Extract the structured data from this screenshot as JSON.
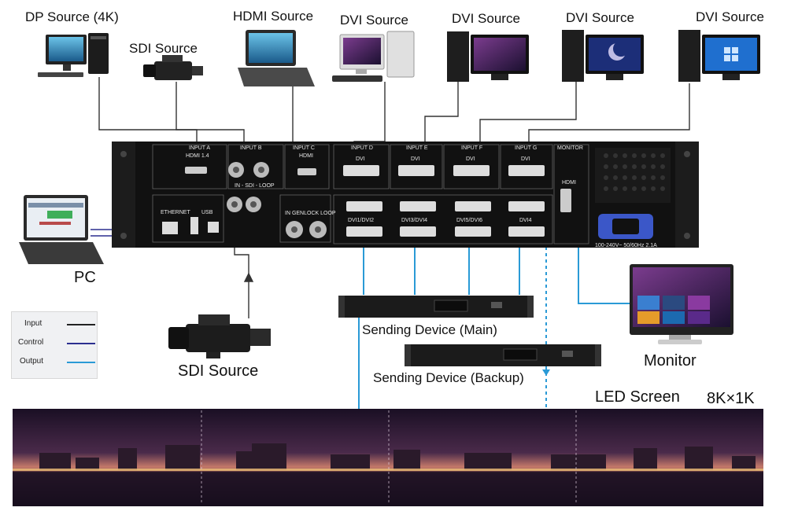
{
  "sources": {
    "dp": "DP Source (4K)",
    "sdi_top": "SDI Source",
    "hdmi": "HDMI Source",
    "dvi1": "DVI Source",
    "dvi2": "DVI Source",
    "dvi3": "DVI Source",
    "dvi4": "DVI Source"
  },
  "pc_label": "PC",
  "sdi_bottom_label": "SDI Source",
  "monitor_label": "Monitor",
  "sending_main": "Sending Device (Main)",
  "sending_backup": "Sending Device (Backup)",
  "led_screen": "LED Screen",
  "led_resolution": "8K×1K",
  "legend": {
    "items": [
      {
        "label": "Input",
        "color": "#222222"
      },
      {
        "label": "Control",
        "color": "#2b2f8f"
      },
      {
        "label": "Output",
        "color": "#2a9ad6"
      }
    ]
  },
  "panel": {
    "inputs": [
      "INPUT A",
      "INPUT B",
      "INPUT C",
      "INPUT D",
      "INPUT E",
      "INPUT F",
      "INPUT G"
    ],
    "hdmi14": "HDMI 1.4",
    "hdmi": "HDMI",
    "dvi": "DVI",
    "sdi_loop": "IN - SDI - LOOP",
    "genlock": "IN GENLOCK LOOP",
    "ethernet": "ETHERNET",
    "usb": "USB",
    "outputs": [
      "DVI1/DVI2",
      "DVI3/DVI4",
      "DVI5/DVI6",
      "DVI4"
    ],
    "monitor": "MONITOR",
    "power": "100-240V~ 50/60Hz 2.1A"
  },
  "colors": {
    "input": "#222222",
    "control": "#2b2f8f",
    "output": "#2a9ad6"
  }
}
